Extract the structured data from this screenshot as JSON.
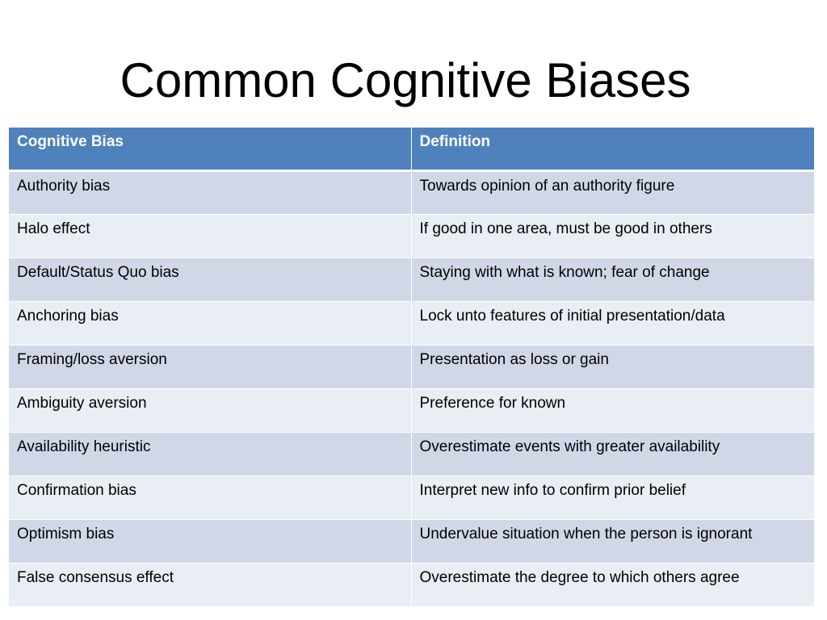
{
  "slide": {
    "title": "Common Cognitive Biases"
  },
  "table": {
    "headers": [
      "Cognitive Bias",
      "Definition"
    ],
    "rows": [
      [
        "Authority bias",
        "Towards opinion of an authority figure"
      ],
      [
        "Halo effect",
        "If good in one area, must be good in others"
      ],
      [
        "Default/Status Quo bias",
        "Staying with what is known; fear of change"
      ],
      [
        "Anchoring bias",
        "Lock unto features of initial presentation/data"
      ],
      [
        "Framing/loss aversion",
        "Presentation as loss or gain"
      ],
      [
        "Ambiguity aversion",
        "Preference for known"
      ],
      [
        "Availability heuristic",
        "Overestimate events with greater availability"
      ],
      [
        "Confirmation bias",
        "Interpret new info to confirm prior belief"
      ],
      [
        "Optimism bias",
        "Undervalue situation when the person is ignorant"
      ],
      [
        "False consensus effect",
        "Overestimate the degree to which others agree"
      ]
    ]
  },
  "colors": {
    "header_bg": "#4f81bd",
    "row_band_dark": "#d0d8e8",
    "row_band_light": "#e9edf4"
  }
}
